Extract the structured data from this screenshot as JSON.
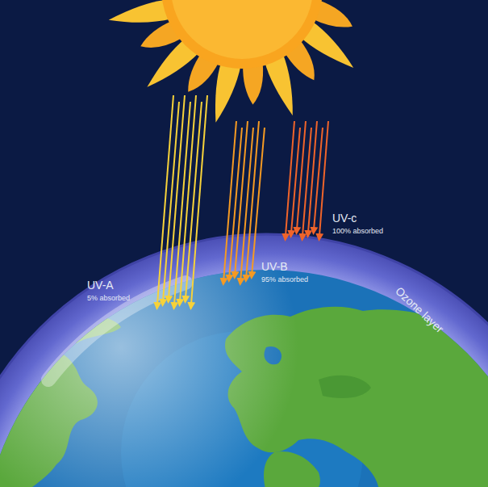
{
  "diagram": {
    "labels": [
      "UV-A",
      "5% absorbed",
      "UV-B",
      "95% absorbed",
      "UV-c",
      "100% absorbed",
      "Ozone layer"
    ]
  }
}
